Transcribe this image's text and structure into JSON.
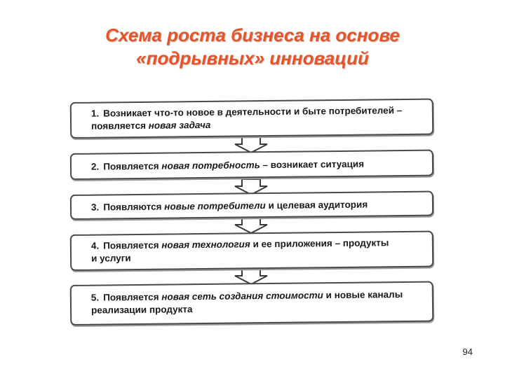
{
  "title": {
    "line1": "Схема роста бизнеса на основе",
    "line2": "«подрывных» инноваций"
  },
  "steps": [
    {
      "number": "1.",
      "text1": "Возникает что-то новое в деятельности и быте потребителей – появляется ",
      "emphasis1": "новая задача",
      "text2": ""
    },
    {
      "number": "2.",
      "text1": "Появляется ",
      "emphasis1": "новая потребность –",
      "text2": " возникает ситуация"
    },
    {
      "number": "3.",
      "text1": "Появляются ",
      "emphasis1": "новые потребители",
      "text2": " и целевая аудитория"
    },
    {
      "number": "4.",
      "text1": "Появляется ",
      "emphasis1": "новая технология",
      "text2": " и ее приложения – продукты и услуги"
    },
    {
      "number": "5.",
      "text1": "Появляется ",
      "emphasis1": "новая сеть создания стоимости",
      "text2": " и новые каналы реализации продукта"
    }
  ],
  "page_number": "94",
  "colors": {
    "title": "#e8542a",
    "border": "#4a4a4a",
    "text": "#1a1a1a"
  }
}
